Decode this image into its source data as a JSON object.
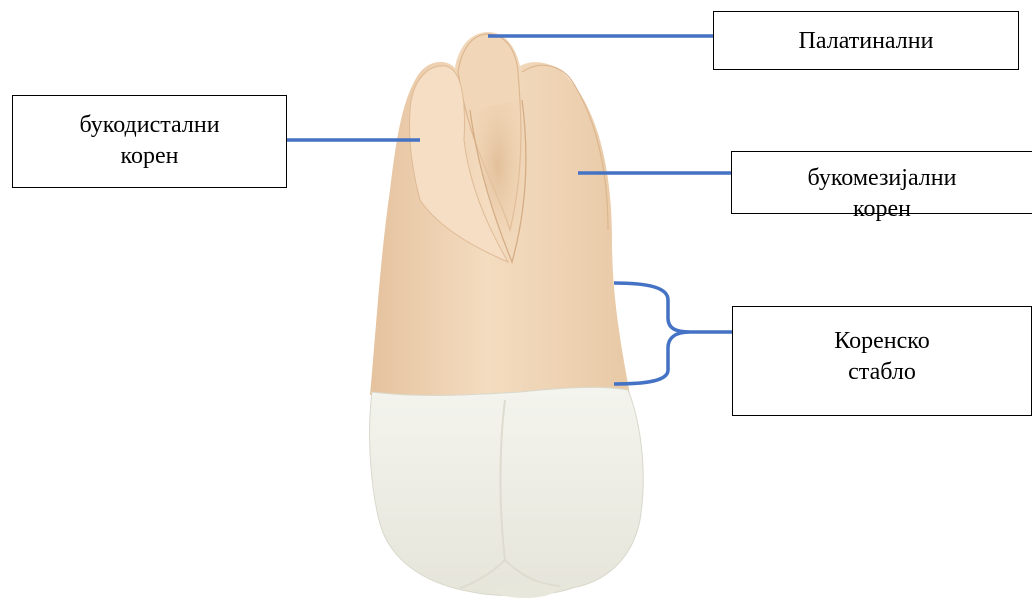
{
  "labels": {
    "palatal_root": "Палатинални",
    "distobuccal_root": [
      "букодистални",
      "корен"
    ],
    "mesiobuccal_root": [
      "букомезијални",
      "корен"
    ],
    "root_trunk": [
      "Коренско",
      "стабло"
    ]
  },
  "colors": {
    "leader_line": "#4472C4",
    "root_fill": "#f0d6b6",
    "crown_fill": "#f0efe6",
    "box_border": "#000000"
  }
}
